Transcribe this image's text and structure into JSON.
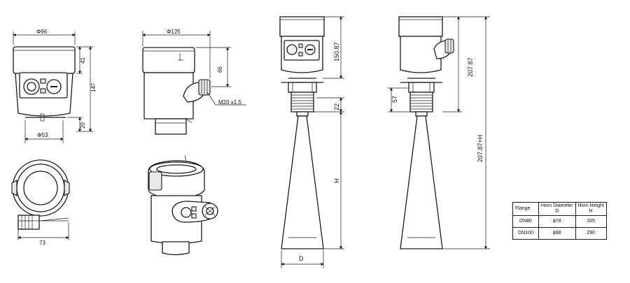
{
  "dimensions": {
    "top_view_diameter": "Φ96",
    "side_view_diameter": "Φ125",
    "cable_thread": "M20 x1.5",
    "base_diameter": "Φ53",
    "height_41": "41",
    "height_147": "147",
    "height_20": "20",
    "height_66": "66",
    "width_73": "73",
    "height_150_87": "150.87",
    "height_22": "22",
    "horn_length": "H",
    "horn_diameter": "D",
    "height_57": "57",
    "height_207_87": "207.87",
    "total_height": "207.87+H"
  },
  "table": {
    "headers": {
      "flange": "Flange",
      "horn_diameter": "Horn Diameter",
      "horn_diameter_symbol": "D",
      "horn_height": "Horn Height",
      "horn_height_symbol": "H"
    },
    "rows": [
      {
        "flange": "DN80",
        "diameter": "ϕ78",
        "height": "205"
      },
      {
        "flange": "DN100",
        "diameter": "ϕ98",
        "height": "290"
      }
    ]
  }
}
